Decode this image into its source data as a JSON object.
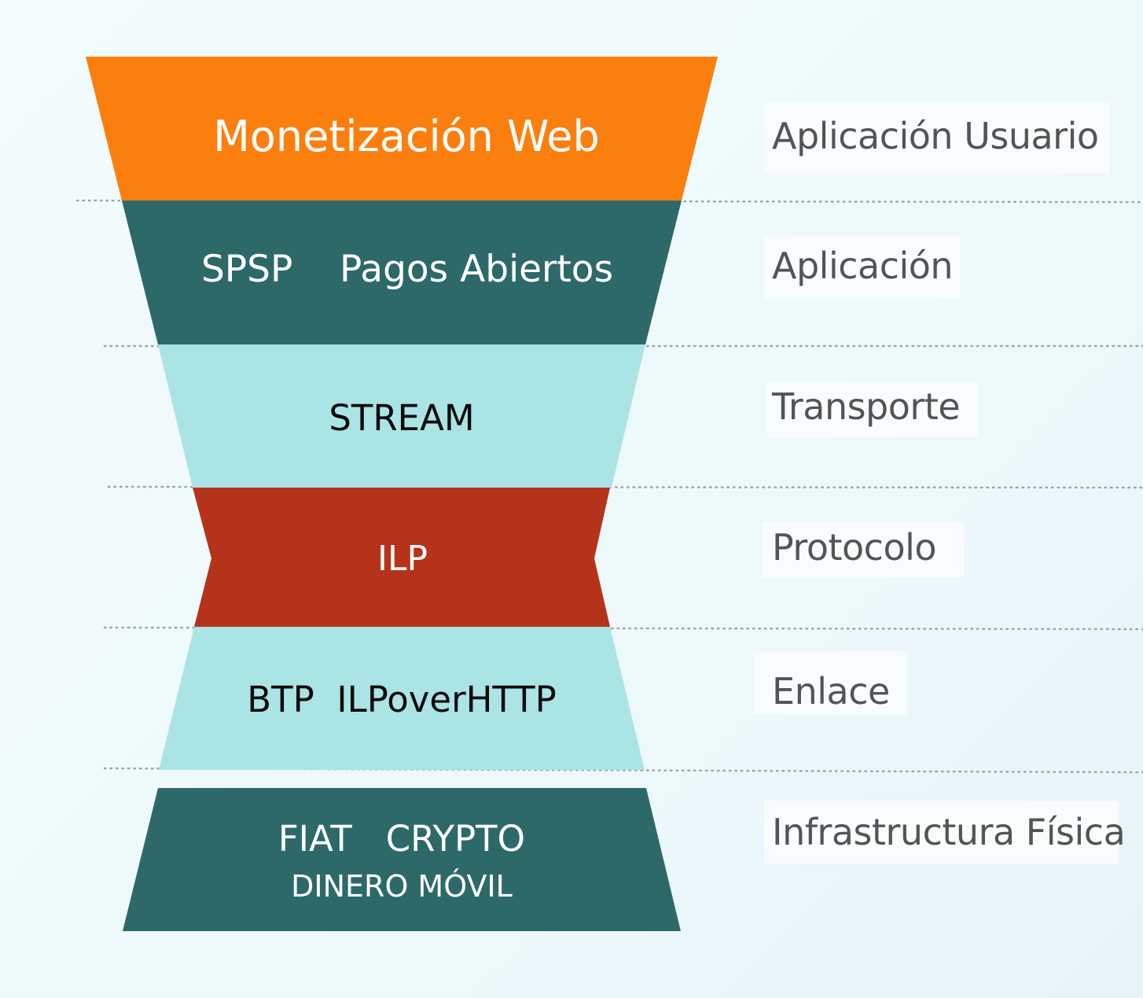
{
  "colors": {
    "orange": "#fb7f0e",
    "teal": "#2e696a",
    "light_cyan": "#abe4e4",
    "red": "#b5331b",
    "separator": "#9aa5a8",
    "label_text": "#545454"
  },
  "stack": [
    {
      "id": "monetizacion",
      "color": "orange",
      "text_color": "#ffffff",
      "lines": [
        "Monetización Web"
      ]
    },
    {
      "id": "spsp",
      "color": "teal",
      "text_color": "#ffffff",
      "lines": [
        "SPSP    Pagos Abiertos"
      ]
    },
    {
      "id": "stream",
      "color": "light_cyan",
      "text_color": "#0b0b0b",
      "lines": [
        "STREAM"
      ]
    },
    {
      "id": "ilp",
      "color": "red",
      "text_color": "#ffffff",
      "lines": [
        "ILP"
      ]
    },
    {
      "id": "btp",
      "color": "light_cyan",
      "text_color": "#0b0b0b",
      "lines": [
        "BTP  ILPoverHTTP"
      ]
    },
    {
      "id": "fiat",
      "color": "teal",
      "text_color": "#ffffff",
      "lines": [
        "FIAT   CRYPTO",
        "DINERO MÓVIL"
      ]
    }
  ],
  "layers": [
    "Aplicación Usuario",
    "Aplicación",
    "Transporte",
    "Protocolo",
    "Enlace",
    "Infrastructura Física"
  ]
}
